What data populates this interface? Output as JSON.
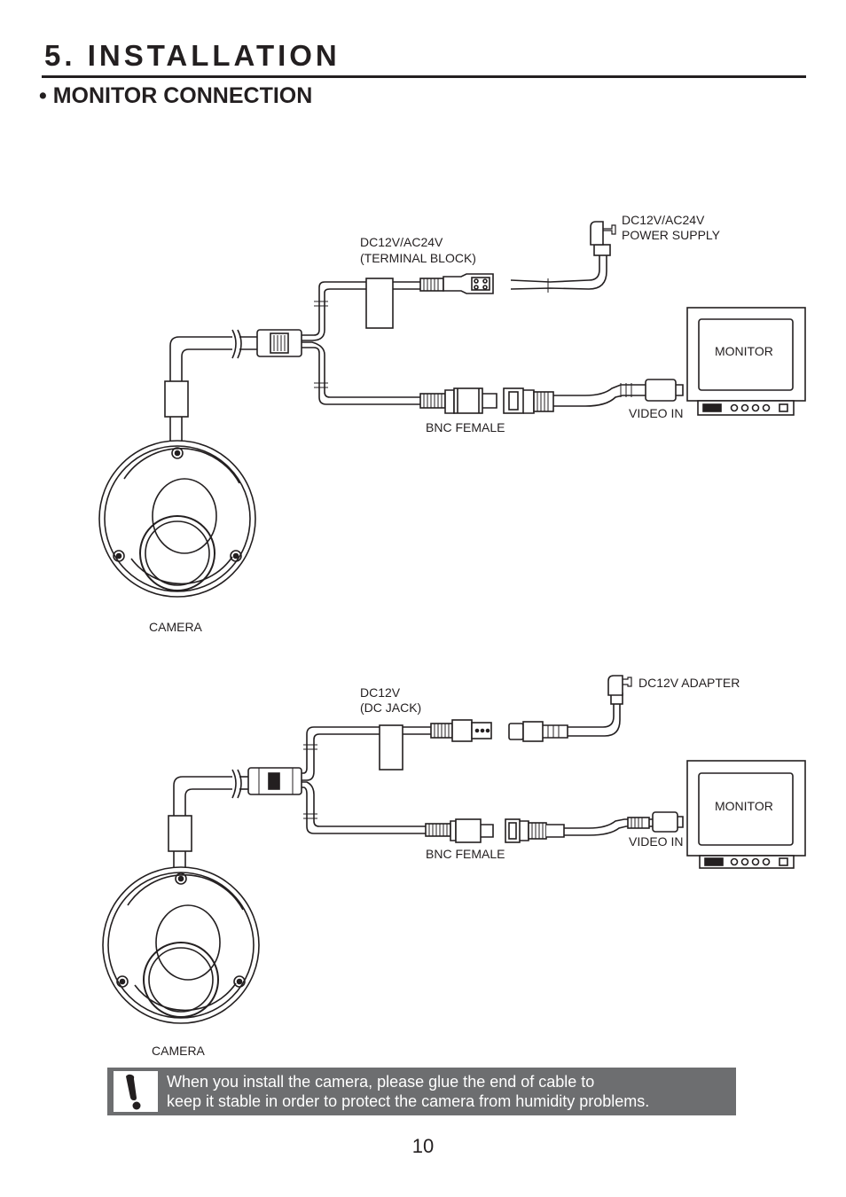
{
  "header": {
    "section_title": "5. INSTALLATION",
    "subsection_title": "• MONITOR CONNECTION"
  },
  "diagram_top": {
    "power_label_line1": "DC12V/AC24V",
    "power_label_line2": "(TERMINAL BLOCK)",
    "supply_label_line1": "DC12V/AC24V",
    "supply_label_line2": "POWER SUPPLY",
    "monitor_label": "MONITOR",
    "video_in_label": "VIDEO IN",
    "bnc_label": "BNC FEMALE",
    "camera_label": "CAMERA"
  },
  "diagram_bottom": {
    "power_label_line1": "DC12V",
    "power_label_line2": "(DC JACK)",
    "adapter_label": "DC12V ADAPTER",
    "monitor_label": "MONITOR",
    "video_in_label": "VIDEO IN",
    "bnc_label": "BNC FEMALE",
    "camera_label": "CAMERA"
  },
  "warning": {
    "icon": "exclamation-icon",
    "line1": "When you install the camera, please glue the end of cable to",
    "line2": "keep it stable in order to protect the camera from humidity problems."
  },
  "footer": {
    "page_number": "10"
  }
}
